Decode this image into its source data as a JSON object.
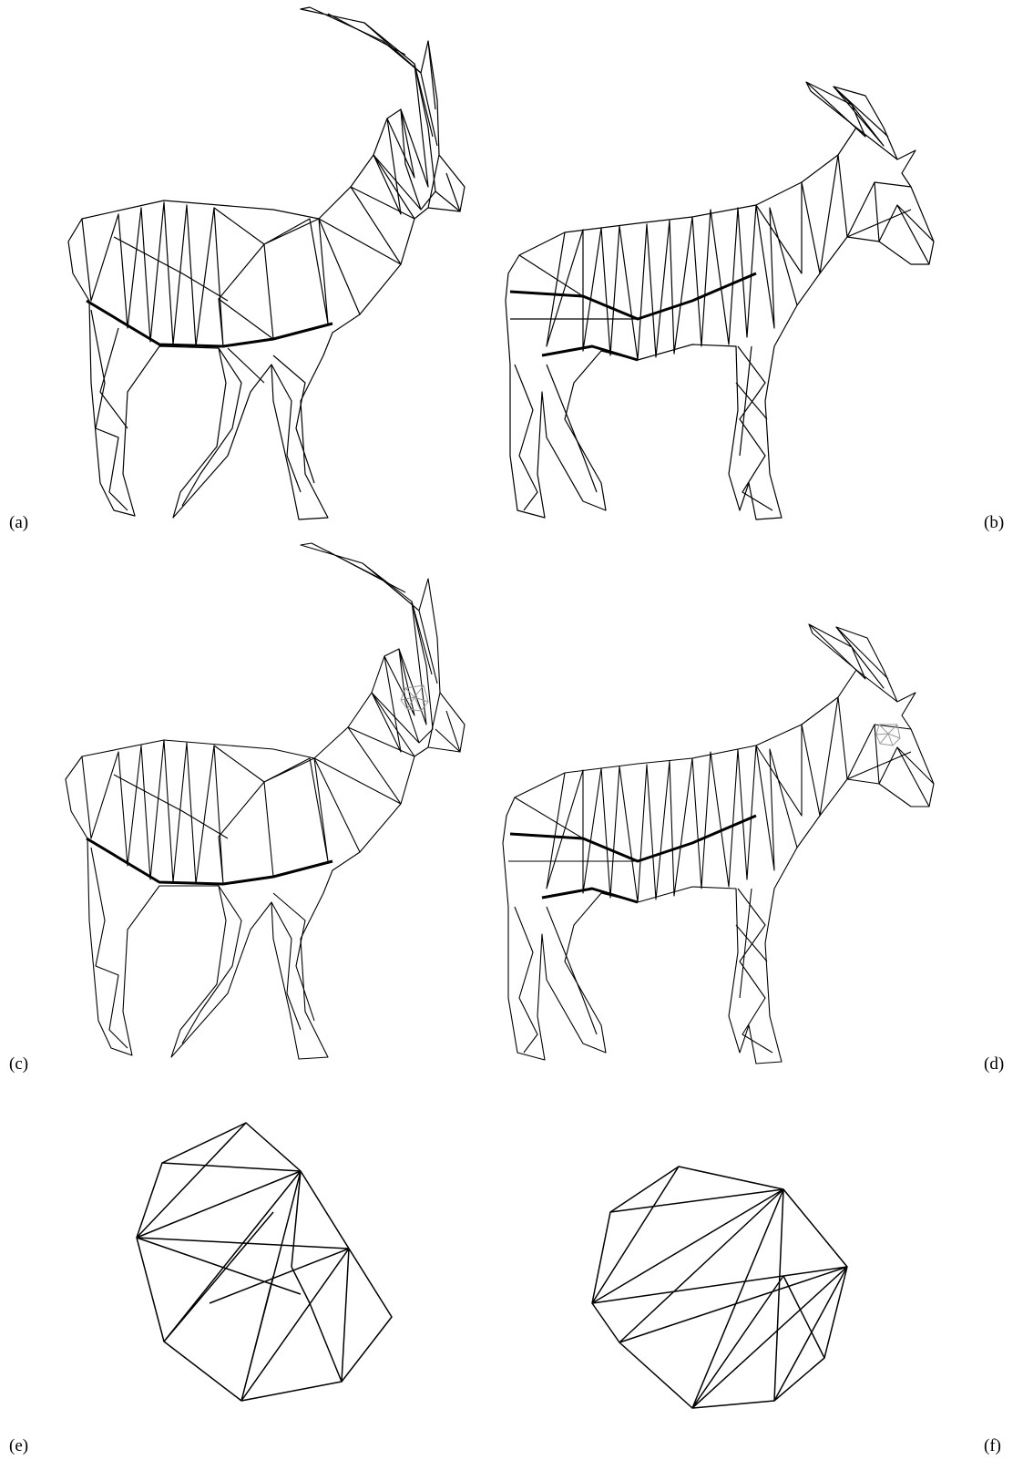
{
  "figure": {
    "panels": [
      {
        "id": "a",
        "label": "(a)",
        "subject": "antelope-with-curved-horns-triangle-mesh"
      },
      {
        "id": "b",
        "label": "(b)",
        "subject": "antelope-with-short-horns-triangle-mesh"
      },
      {
        "id": "c",
        "label": "(c)",
        "subject": "antelope-with-curved-horns-triangle-mesh-marked-vertex"
      },
      {
        "id": "d",
        "label": "(d)",
        "subject": "antelope-with-short-horns-triangle-mesh-marked-vertex"
      },
      {
        "id": "e",
        "label": "(e)",
        "subject": "vertex-neighborhood-triangulation"
      },
      {
        "id": "f",
        "label": "(f)",
        "subject": "vertex-neighborhood-triangulation"
      }
    ],
    "colors": {
      "mesh_edge": "#000000",
      "marked_vertex": "#999999",
      "background": "#ffffff"
    }
  }
}
